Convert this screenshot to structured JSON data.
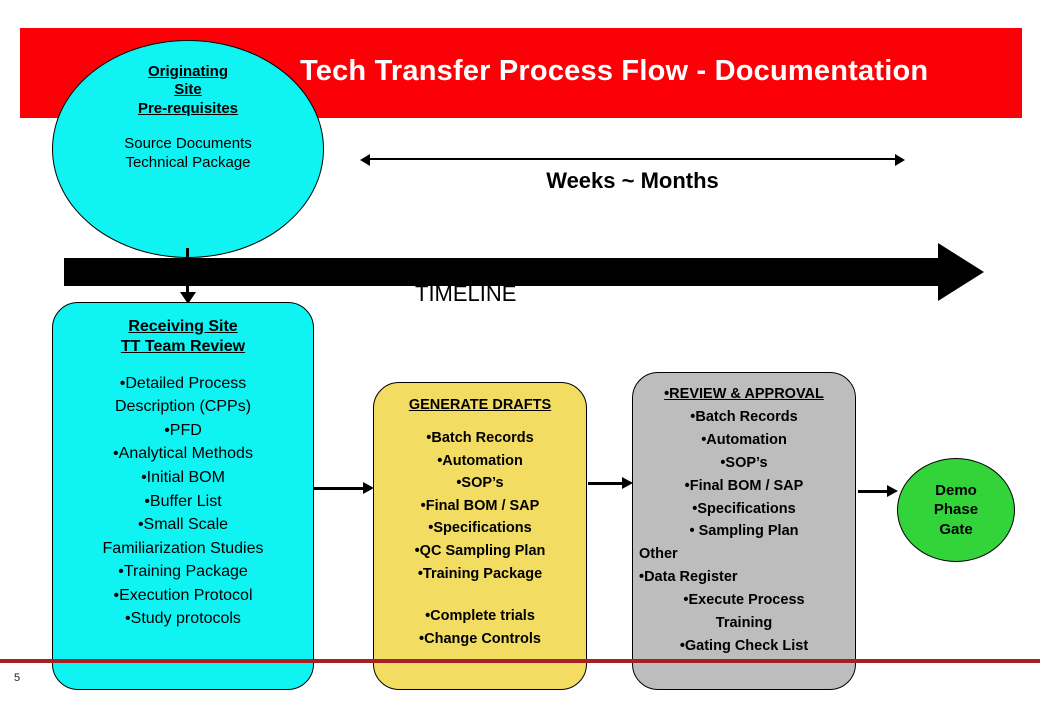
{
  "slide": {
    "page_number": "5",
    "colors": {
      "banner_red": "#fb0007",
      "cyan": "#10f3f3",
      "yellow": "#f2dd62",
      "gray": "#bdbdbd",
      "green": "#33d33a",
      "rule_dark_red": "#a51f23",
      "black": "#000000"
    }
  },
  "banner": {
    "title": "Tech Transfer Process Flow - Documentation"
  },
  "originating": {
    "header_lines": [
      "Originating",
      "Site",
      "Pre-requisites"
    ],
    "body_lines": [
      "Source Documents",
      "Technical Package"
    ]
  },
  "timeline": {
    "measure_label": "Weeks ~ Months",
    "axis_label": "TIMELINE"
  },
  "receiving": {
    "header_lines": [
      "Receiving Site",
      "TT Team Review"
    ],
    "items": [
      "•Detailed Process",
      "Description (CPPs)",
      "•PFD",
      "•Analytical Methods",
      "•Initial BOM",
      "•Buffer List",
      "•Small Scale",
      "Familiarization Studies",
      "•Training Package",
      "•Execution Protocol",
      "•Study protocols"
    ]
  },
  "drafts": {
    "header": "GENERATE DRAFTS",
    "items": [
      "•Batch Records",
      "•Automation",
      "•SOP’s",
      "•Final BOM / SAP",
      "•Specifications",
      "•QC Sampling Plan",
      "•Training Package",
      "",
      "•Complete trials",
      "•Change Controls"
    ]
  },
  "review": {
    "header": "•REVIEW & APPROVAL",
    "items": [
      "•Batch Records",
      "•Automation",
      "•SOP’s",
      "•Final BOM / SAP",
      "•Specifications",
      "• Sampling Plan",
      "Other",
      "•Data Register",
      "•Execute Process",
      "Training",
      "•Gating Check List"
    ]
  },
  "demo": {
    "label_lines": [
      "Demo",
      "Phase",
      "Gate"
    ]
  }
}
